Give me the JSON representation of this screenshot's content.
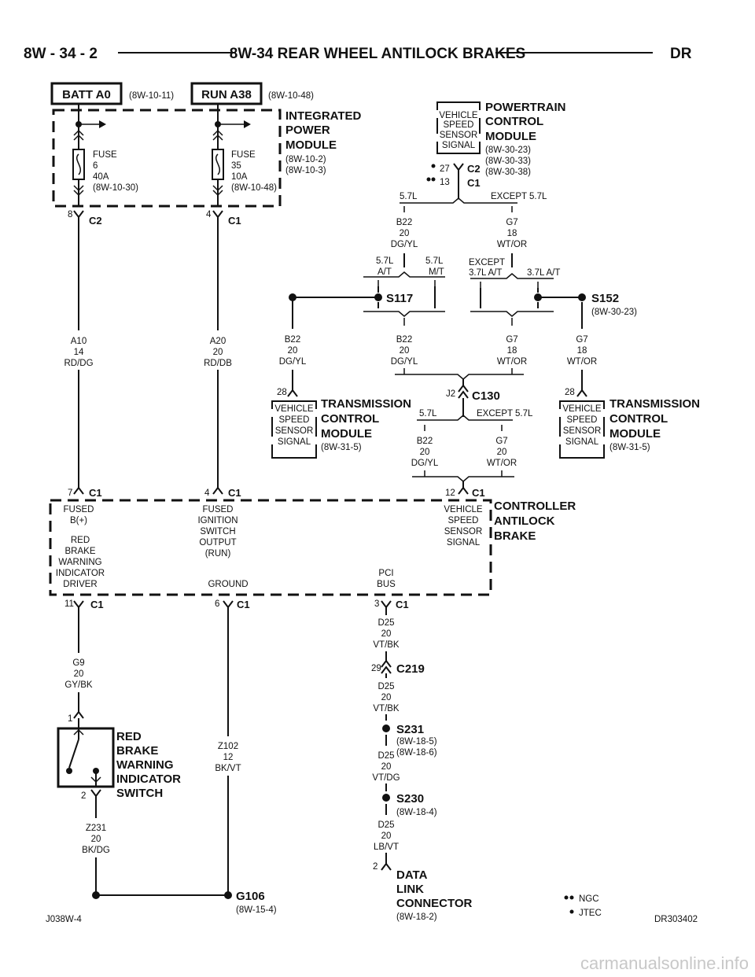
{
  "header": {
    "page": "8W - 34 - 2",
    "title": "8W-34 REAR WHEEL ANTILOCK BRAKES",
    "code": "DR"
  },
  "sources": {
    "batt": "BATT A0",
    "batt_ref": "(8W-10-11)",
    "run": "RUN A38",
    "run_ref": "(8W-10-48)"
  },
  "ipm": {
    "name": [
      "INTEGRATED",
      "POWER",
      "MODULE"
    ],
    "refs": [
      "(8W-10-2)",
      "(8W-10-3)"
    ],
    "fuse1": [
      "FUSE",
      "6",
      "40A",
      "(8W-10-30)"
    ],
    "fuse2": [
      "FUSE",
      "35",
      "10A",
      "(8W-10-48)"
    ],
    "conn1_pin": "8",
    "conn1": "C2",
    "conn2_pin": "4",
    "conn2": "C1"
  },
  "pcm": {
    "name": [
      "POWERTRAIN",
      "CONTROL",
      "MODULE"
    ],
    "refs": [
      "(8W-30-23)",
      "(8W-30-33)",
      "(8W-30-38)"
    ],
    "signal": [
      "VEHICLE",
      "SPEED",
      "SENSOR",
      "SIGNAL"
    ],
    "pin1": "27",
    "pin2": "13",
    "conn1": "C2",
    "conn2": "C1"
  },
  "branch": {
    "opt_a": "5.7L",
    "opt_b": "EXCEPT 5.7L",
    "wire_a": [
      "B22",
      "20",
      "DG/YL"
    ],
    "wire_b": [
      "G7",
      "18",
      "WT/OR"
    ],
    "at": [
      "5.7L",
      "A/T"
    ],
    "mt": [
      "5.7L",
      "M/T"
    ],
    "except37": [
      "EXCEPT",
      "3.7L A/T"
    ],
    "at37": "3.7L A/T"
  },
  "splices": {
    "s117": "S117",
    "s152": "S152",
    "s152_ref": "(8W-30-23)",
    "c130": "C130",
    "c130_pin": "J2",
    "s231": "S231",
    "s231_refs": [
      "(8W-18-5)",
      "(8W-18-6)"
    ],
    "s230": "S230",
    "s230_ref": "(8W-18-4)",
    "c219": "C219",
    "c219_pin": "29"
  },
  "wires": {
    "a10": [
      "A10",
      "14",
      "RD/DG"
    ],
    "a20": [
      "A20",
      "20",
      "RD/DB"
    ],
    "b22": [
      "B22",
      "20",
      "DG/YL"
    ],
    "g7": [
      "G7",
      "18",
      "WT/OR"
    ],
    "b22b": [
      "B22",
      "20",
      "DG/YL"
    ],
    "g7b": [
      "G7",
      "20",
      "WT/OR"
    ],
    "g9": [
      "G9",
      "20",
      "GY/BK"
    ],
    "z102": [
      "Z102",
      "12",
      "BK/VT"
    ],
    "z231": [
      "Z231",
      "20",
      "BK/DG"
    ],
    "d25a": [
      "D25",
      "20",
      "VT/BK"
    ],
    "d25b": [
      "D25",
      "20",
      "VT/BK"
    ],
    "d25c": [
      "D25",
      "20",
      "VT/DG"
    ],
    "d25d": [
      "D25",
      "20",
      "LB/VT"
    ]
  },
  "tcm": {
    "name": [
      "TRANSMISSION",
      "CONTROL",
      "MODULE"
    ],
    "ref": "(8W-31-5)",
    "signal": [
      "VEHICLE",
      "SPEED",
      "SENSOR",
      "SIGNAL"
    ],
    "pin": "28"
  },
  "cab": {
    "name": [
      "CONTROLLER",
      "ANTILOCK",
      "BRAKE"
    ],
    "fused_b": [
      "FUSED",
      "B(+)"
    ],
    "fused_ign": [
      "FUSED",
      "IGNITION",
      "SWITCH",
      "OUTPUT",
      "(RUN)"
    ],
    "vss": [
      "VEHICLE",
      "SPEED",
      "SENSOR",
      "SIGNAL"
    ],
    "red_brake": [
      "RED",
      "BRAKE",
      "WARNING",
      "INDICATOR",
      "DRIVER"
    ],
    "ground": "GROUND",
    "pci": [
      "PCI",
      "BUS"
    ],
    "pin7": "7",
    "pin4": "4",
    "pin12": "12",
    "pin11": "11",
    "pin6": "6",
    "pin3": "3",
    "conn": "C1"
  },
  "switch": {
    "name": [
      "RED",
      "BRAKE",
      "WARNING",
      "INDICATOR",
      "SWITCH"
    ],
    "pin1": "1",
    "pin2": "2"
  },
  "ground": {
    "name": "G106",
    "ref": "(8W-15-4)"
  },
  "dlc": {
    "name": [
      "DATA",
      "LINK",
      "CONNECTOR"
    ],
    "ref": "(8W-18-2)",
    "pin": "2"
  },
  "legend": {
    "ngc": "NGC",
    "jtec": "JTEC"
  },
  "footer": {
    "left": "J038W-4",
    "right": "DR303402",
    "watermark": "carmanualsonline.info"
  }
}
